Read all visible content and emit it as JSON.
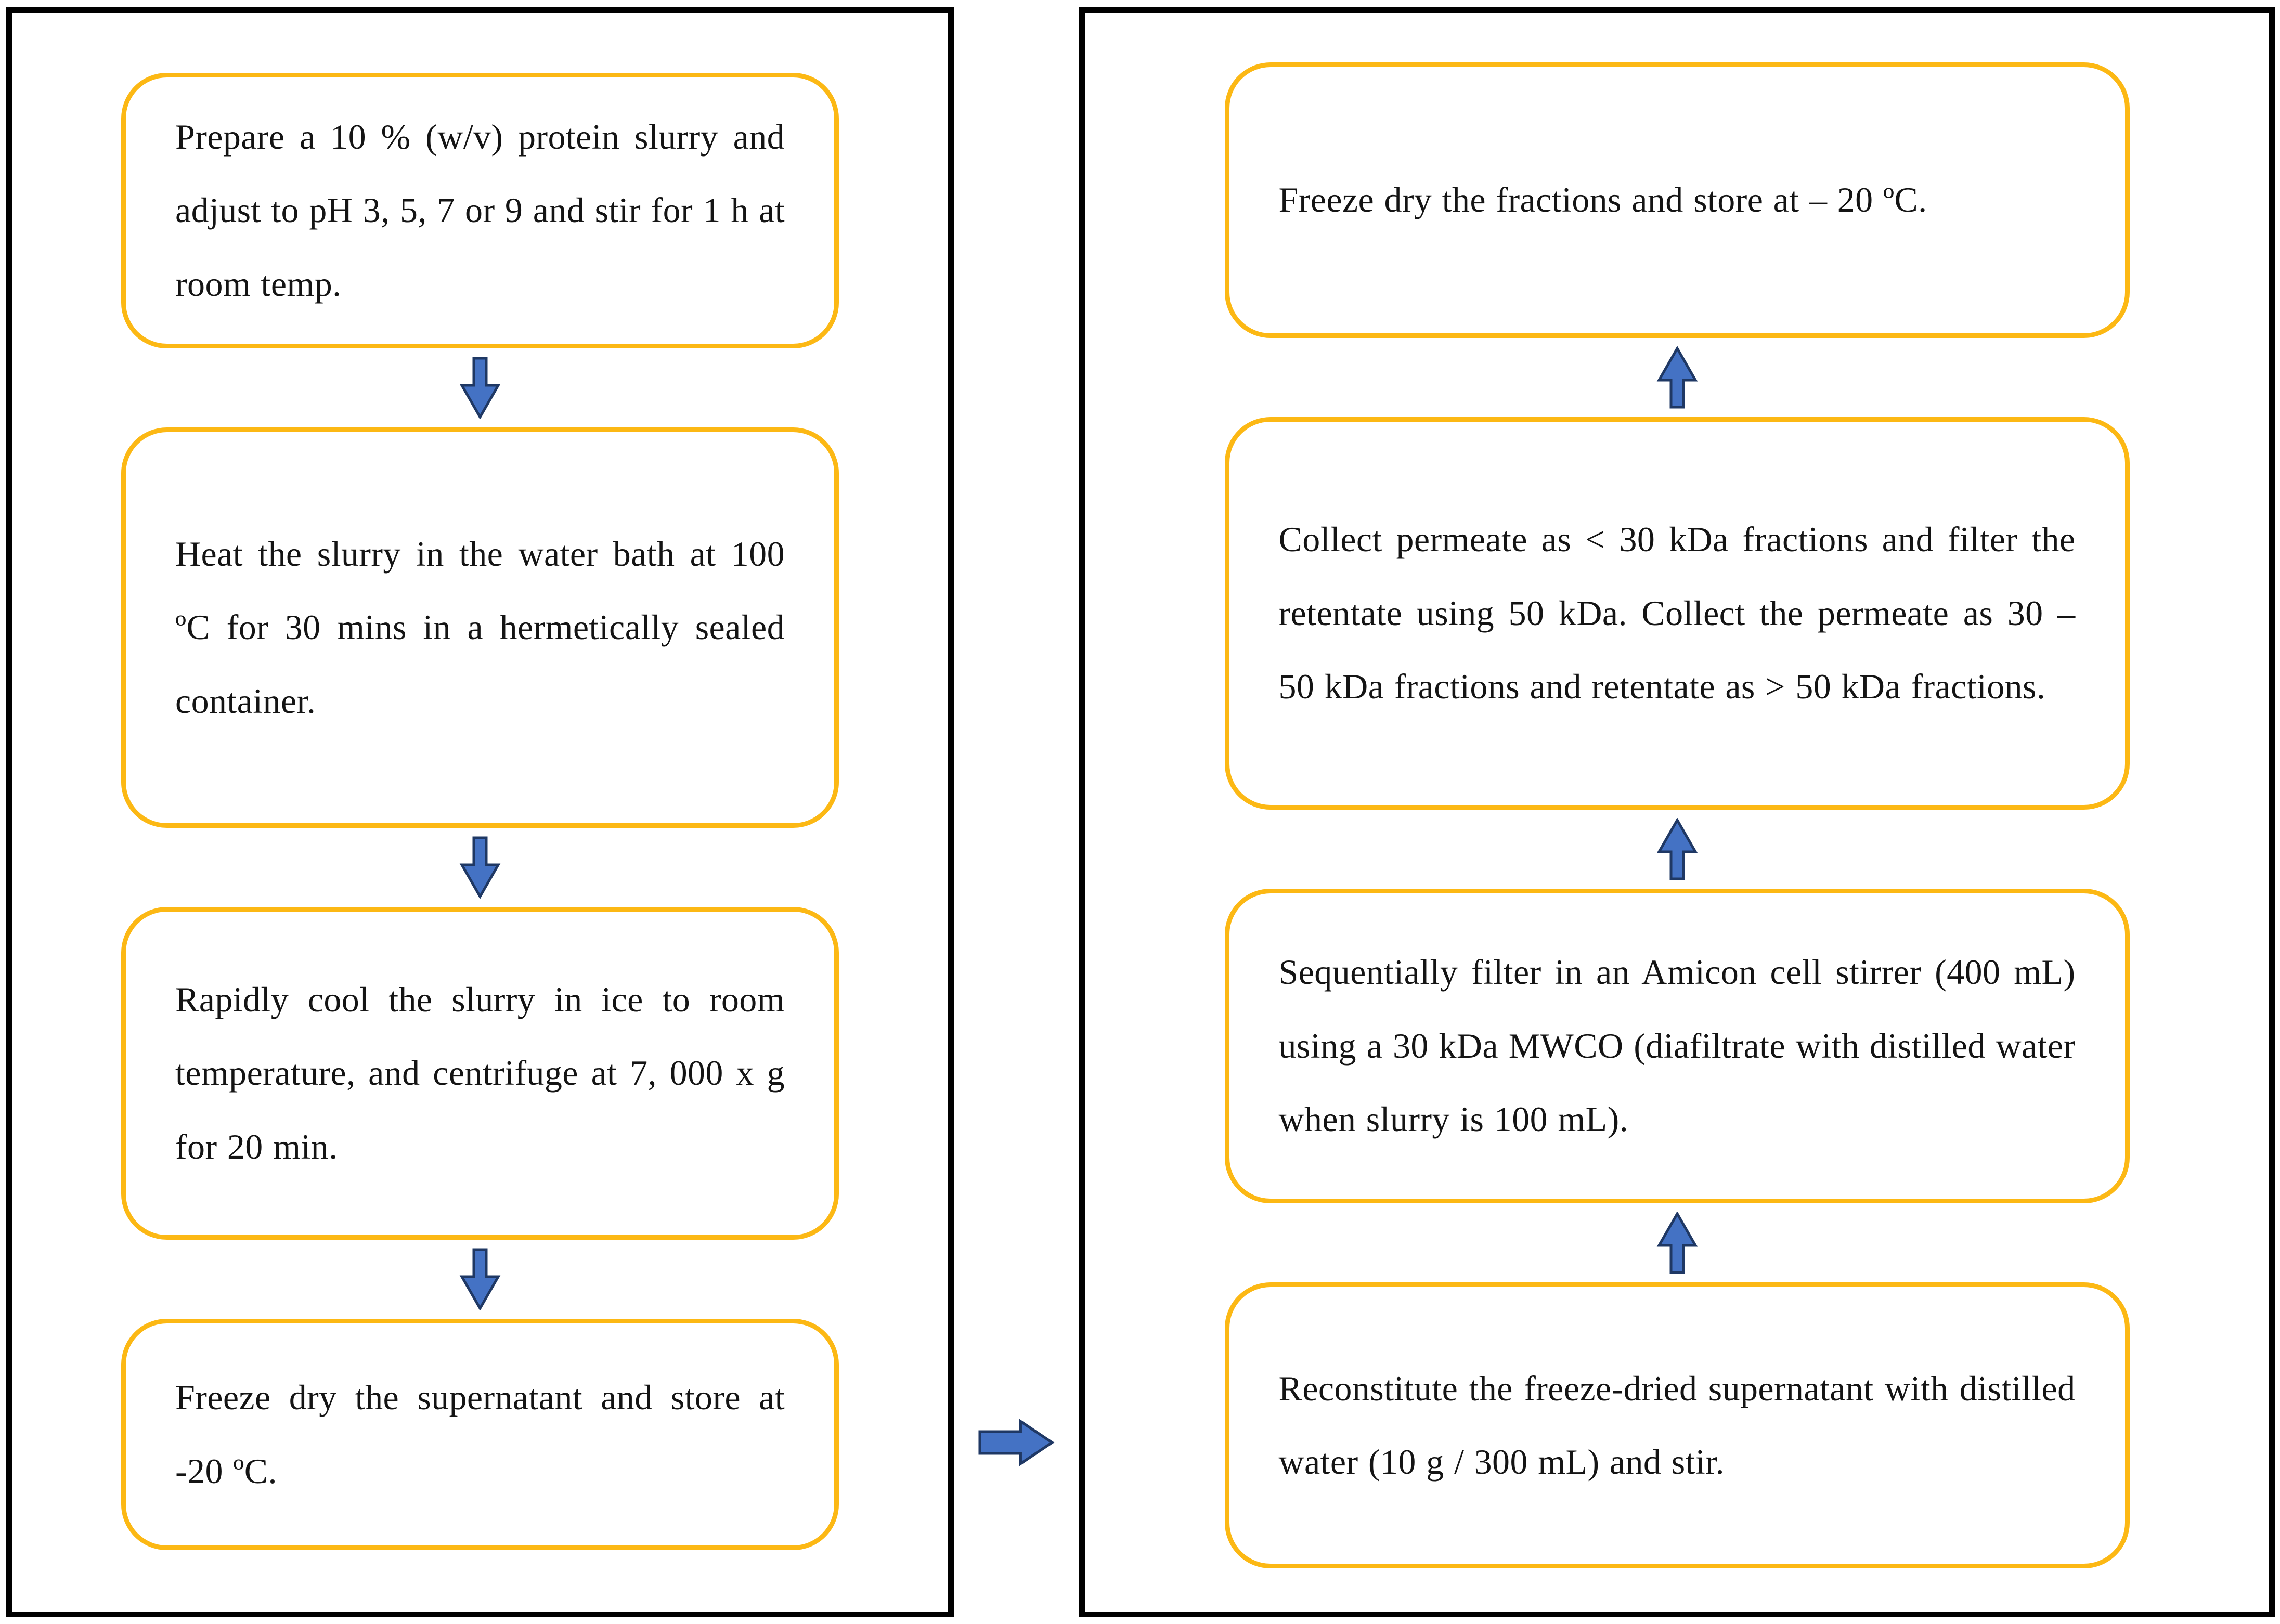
{
  "diagram": {
    "left_panel": {
      "boxes": [
        {
          "text": "Prepare a 10 % (w/v) protein slurry and adjust to pH 3, 5, 7 or 9 and stir for 1 h at room temp."
        },
        {
          "text": "Heat the slurry in the water bath at 100 ºC for 30 mins in a hermetically sealed container."
        },
        {
          "text": "Rapidly cool the slurry in ice to room temperature, and centrifuge at 7, 000 x g for 20 min."
        },
        {
          "text": "Freeze dry the supernatant and store at -20 ºC."
        }
      ]
    },
    "right_panel": {
      "boxes": [
        {
          "text": "Freeze dry the fractions and store at – 20 ºC."
        },
        {
          "text": "Collect permeate as < 30 kDa fractions and filter the retentate using 50 kDa. Collect the permeate as 30 – 50 kDa fractions and retentate as > 50 kDa fractions."
        },
        {
          "text": "Sequentially filter in an Amicon cell stirrer (400 mL) using a 30 kDa MWCO (diafiltrate with distilled water when slurry is 100 mL)."
        },
        {
          "text": "Reconstitute the freeze-dried supernatant with distilled water (10 g / 300 mL) and stir."
        }
      ]
    },
    "icons": {
      "down_arrow": "down-arrow",
      "up_arrow": "up-arrow",
      "right_arrow": "right-arrow"
    },
    "colors": {
      "panel_border": "#000000",
      "box_border": "#FCB814",
      "arrow_fill": "#4472C4",
      "arrow_outline": "#1F3864",
      "text": "#141414",
      "background": "#FFFFFF"
    }
  }
}
